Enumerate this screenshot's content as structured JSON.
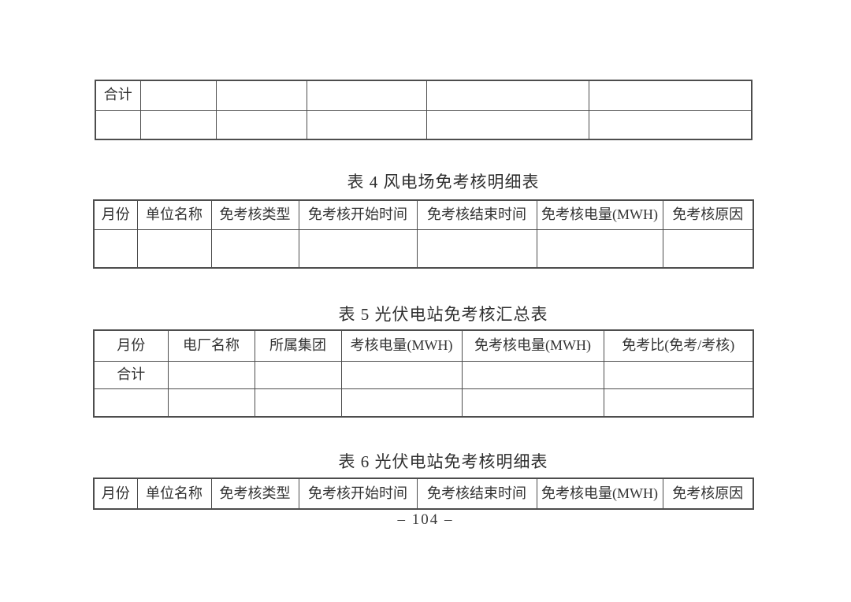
{
  "colors": {
    "border": "#4d4d4d",
    "text": "#333333",
    "page_background": "#ffffff"
  },
  "footer": {
    "page_number": "–  104  –"
  },
  "table_top_partial": {
    "total_label": "合计",
    "rows": [
      [
        "合计",
        "",
        "",
        "",
        "",
        ""
      ],
      [
        "",
        "",
        "",
        "",
        "",
        ""
      ]
    ]
  },
  "table4": {
    "title": "表 4  风电场免考核明细表",
    "headers": [
      "月份",
      "单位名称",
      "免考核类型",
      "免考核开始时间",
      "免考核结束时间",
      "免考核电量(MWH)",
      "免考核原因"
    ],
    "rows": [
      [
        "",
        "",
        "",
        "",
        "",
        "",
        ""
      ]
    ]
  },
  "table5": {
    "title": "表 5  光伏电站免考核汇总表",
    "headers": [
      "月份",
      "电厂名称",
      "所属集团",
      "考核电量(MWH)",
      "免考核电量(MWH)",
      "免考比(免考/考核)"
    ],
    "total_label": "合计",
    "rows": [
      [
        "合计",
        "",
        "",
        "",
        "",
        ""
      ],
      [
        "",
        "",
        "",
        "",
        "",
        ""
      ]
    ]
  },
  "table6": {
    "title": "表 6  光伏电站免考核明细表",
    "headers": [
      "月份",
      "单位名称",
      "免考核类型",
      "免考核开始时间",
      "免考核结束时间",
      "免考核电量(MWH)",
      "免考核原因"
    ]
  }
}
